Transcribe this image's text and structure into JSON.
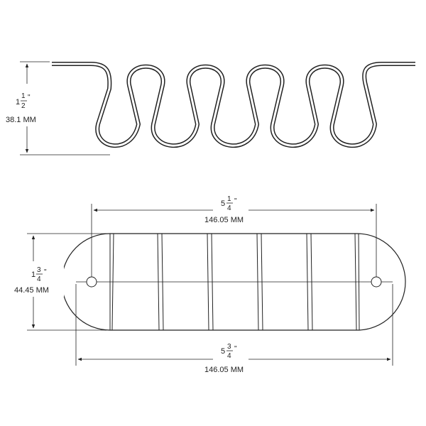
{
  "side_view": {
    "height_label": {
      "whole": "1",
      "num": "1",
      "den": "2",
      "unit": "\"",
      "metric": "38.1 MM"
    }
  },
  "top_view": {
    "width_inner_label": {
      "whole": "5",
      "num": "1",
      "den": "4",
      "unit": "\"",
      "metric": "146.05 MM"
    },
    "height_label": {
      "whole": "1",
      "num": "3",
      "den": "4",
      "unit": "\"",
      "metric": "44.45 MM"
    },
    "width_outer_label": {
      "whole": "5",
      "num": "3",
      "den": "4",
      "unit": "\"",
      "metric": "146.05 MM"
    }
  }
}
